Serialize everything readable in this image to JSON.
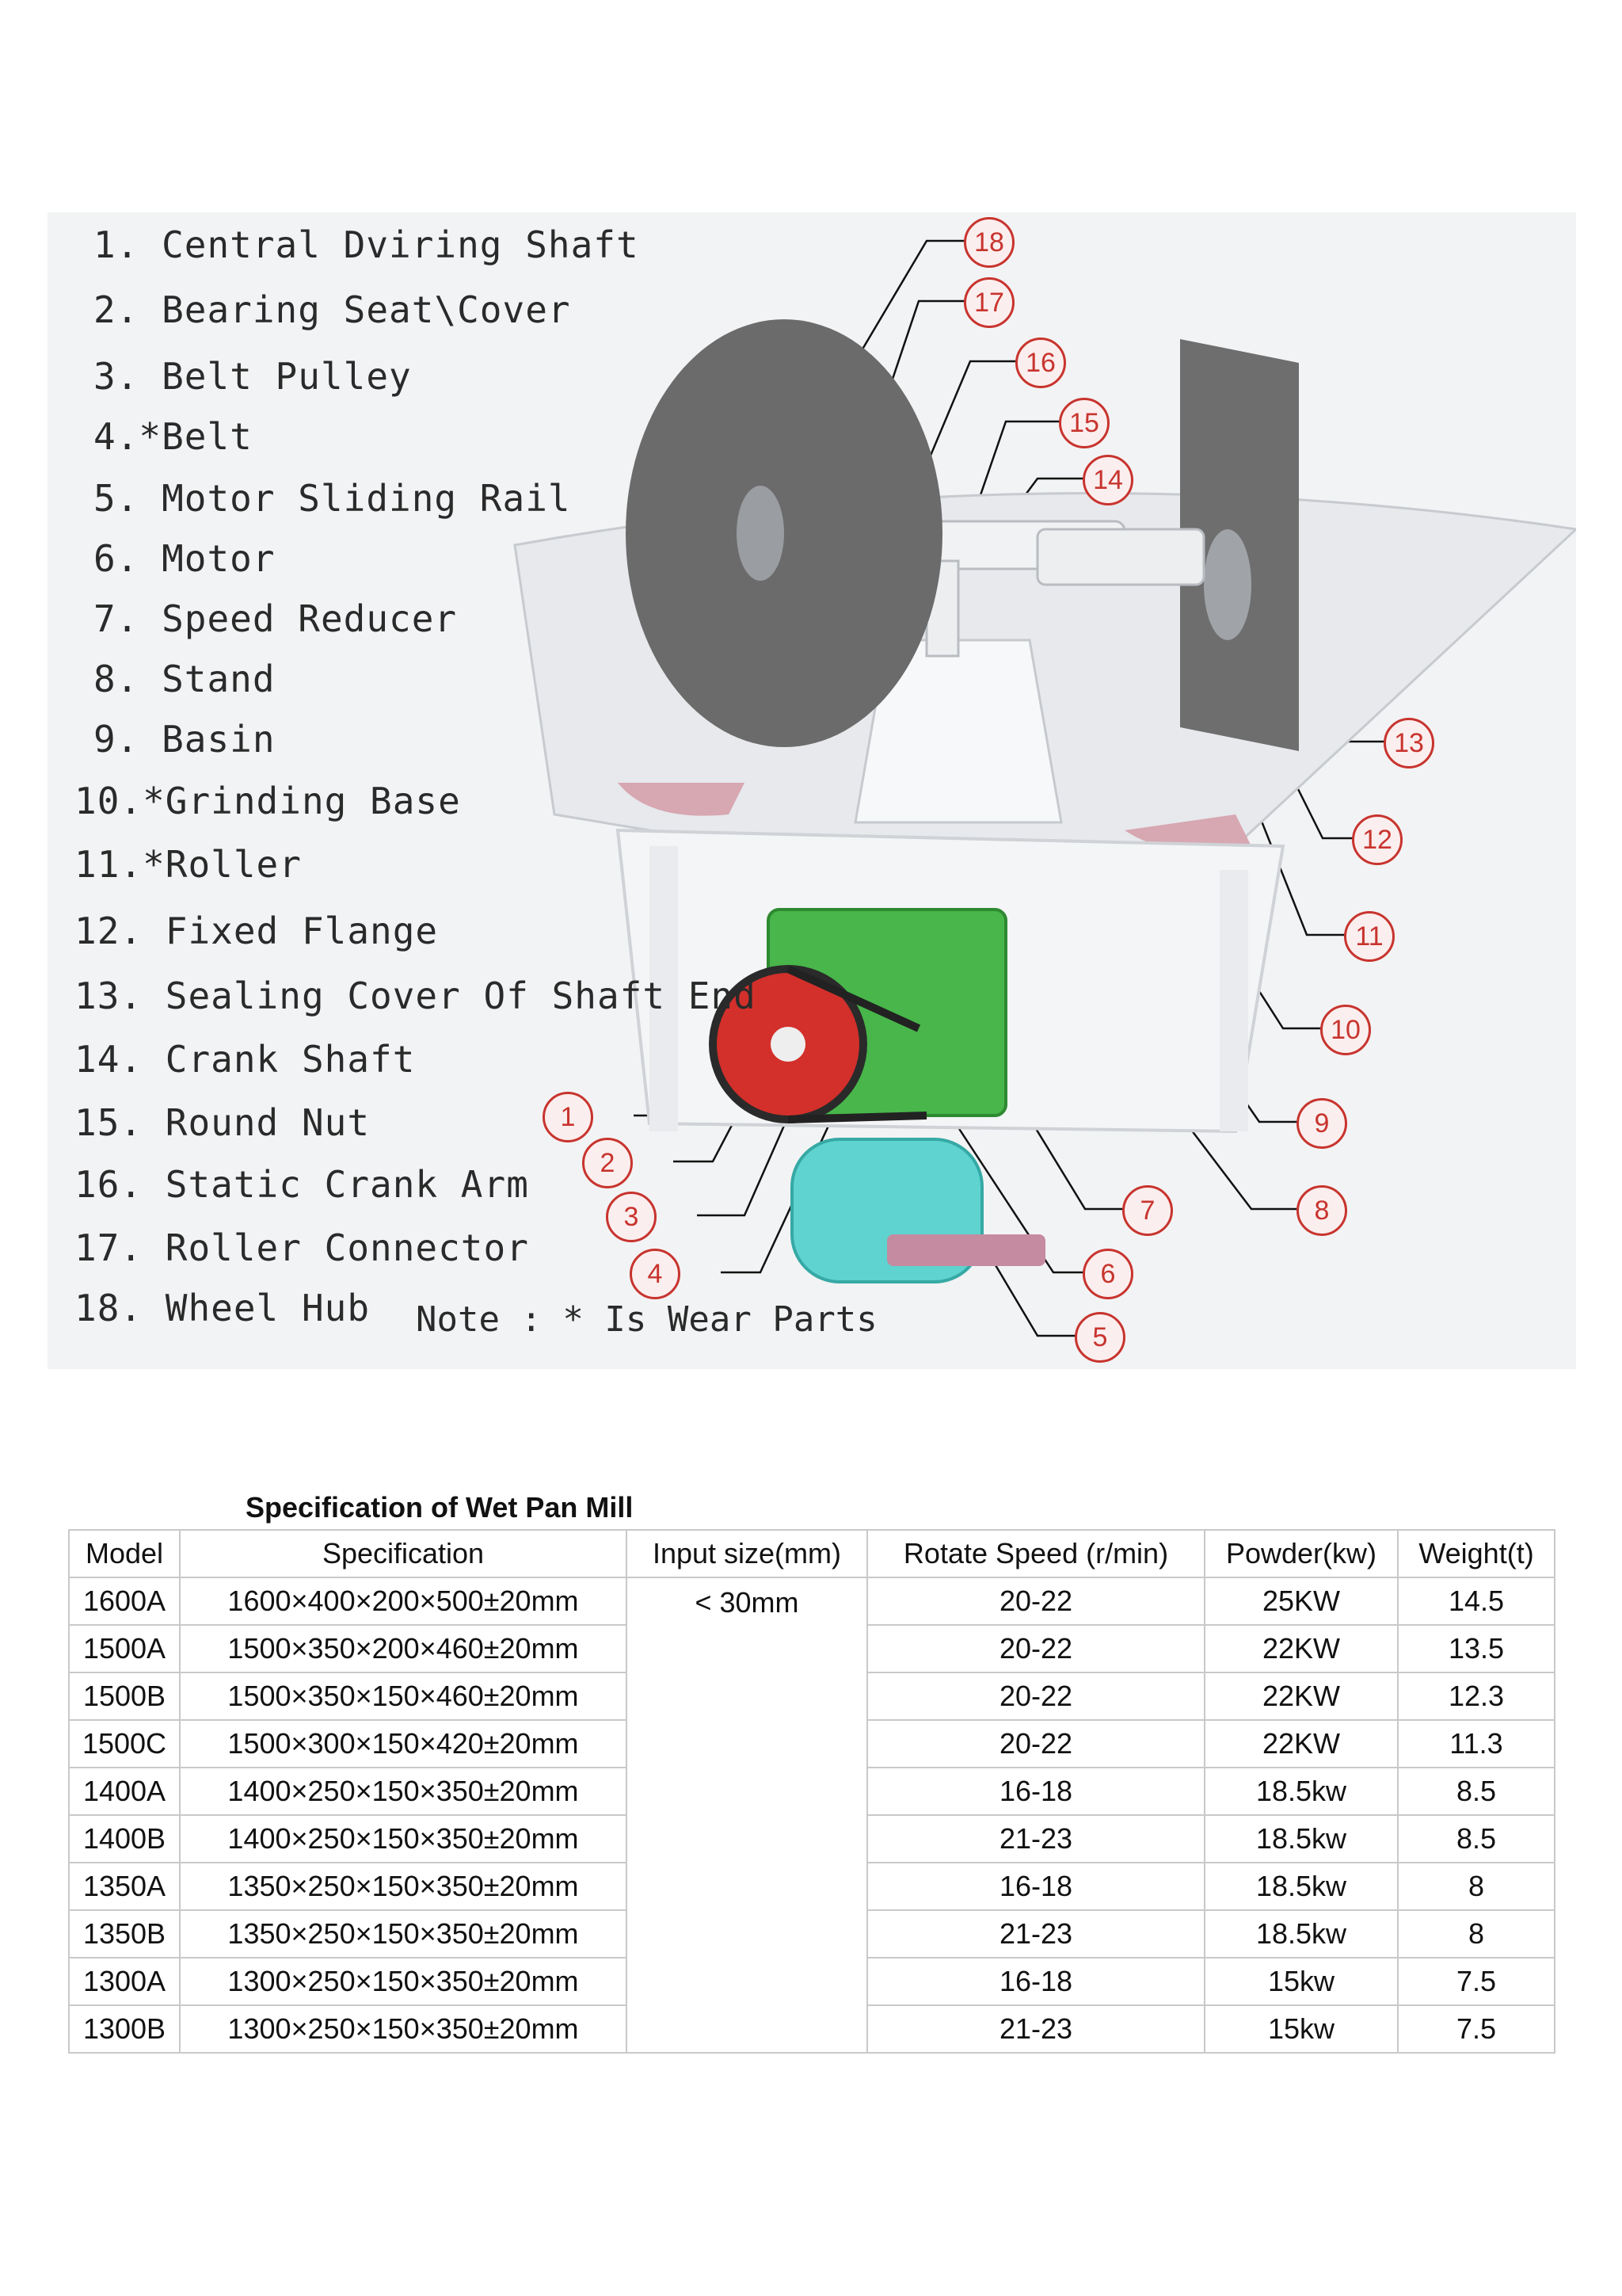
{
  "figure": {
    "parts": [
      "1. Central Dviring Shaft",
      "2. Bearing Seat\\Cover",
      "3. Belt Pulley",
      "4.*Belt",
      "5. Motor Sliding Rail",
      "6. Motor",
      "7. Speed Reducer",
      "8. Stand",
      "9. Basin",
      "10.*Grinding Base",
      "11.*Roller",
      "12. Fixed Flange",
      "13. Sealing Cover Of Shaft End",
      "14. Crank Shaft",
      "15. Round Nut",
      "16. Static Crank Arm",
      "17. Roller Connector",
      "18. Wheel Hub"
    ],
    "note": "Note : * Is Wear Parts",
    "callouts": [
      "1",
      "2",
      "3",
      "4",
      "5",
      "6",
      "7",
      "8",
      "9",
      "10",
      "11",
      "12",
      "13",
      "14",
      "15",
      "16",
      "17",
      "18"
    ]
  },
  "spec": {
    "title": "Specification of Wet Pan Mill",
    "headers": [
      "Model",
      "Specification",
      "Input size(mm)",
      "Rotate Speed (r/min)",
      "Powder(kw)",
      "Weight(t)"
    ],
    "input_size": "< 30mm",
    "rows": [
      {
        "model": "1600A",
        "spec": "1600×400×200×500±20mm",
        "speed": "20-22",
        "power": "25KW",
        "weight": "14.5"
      },
      {
        "model": "1500A",
        "spec": "1500×350×200×460±20mm",
        "speed": "20-22",
        "power": "22KW",
        "weight": "13.5"
      },
      {
        "model": "1500B",
        "spec": "1500×350×150×460±20mm",
        "speed": "20-22",
        "power": "22KW",
        "weight": "12.3"
      },
      {
        "model": "1500C",
        "spec": "1500×300×150×420±20mm",
        "speed": "20-22",
        "power": "22KW",
        "weight": "11.3"
      },
      {
        "model": "1400A",
        "spec": "1400×250×150×350±20mm",
        "speed": "16-18",
        "power": "18.5kw",
        "weight": "8.5"
      },
      {
        "model": "1400B",
        "spec": "1400×250×150×350±20mm",
        "speed": "21-23",
        "power": "18.5kw",
        "weight": "8.5"
      },
      {
        "model": "1350A",
        "spec": "1350×250×150×350±20mm",
        "speed": "16-18",
        "power": "18.5kw",
        "weight": "8"
      },
      {
        "model": "1350B",
        "spec": "1350×250×150×350±20mm",
        "speed": "21-23",
        "power": "18.5kw",
        "weight": "8"
      },
      {
        "model": "1300A",
        "spec": "1300×250×150×350±20mm",
        "speed": "16-18",
        "power": "15kw",
        "weight": "7.5"
      },
      {
        "model": "1300B",
        "spec": "1300×250×150×350±20mm",
        "speed": "21-23",
        "power": "15kw",
        "weight": "7.5"
      }
    ]
  }
}
